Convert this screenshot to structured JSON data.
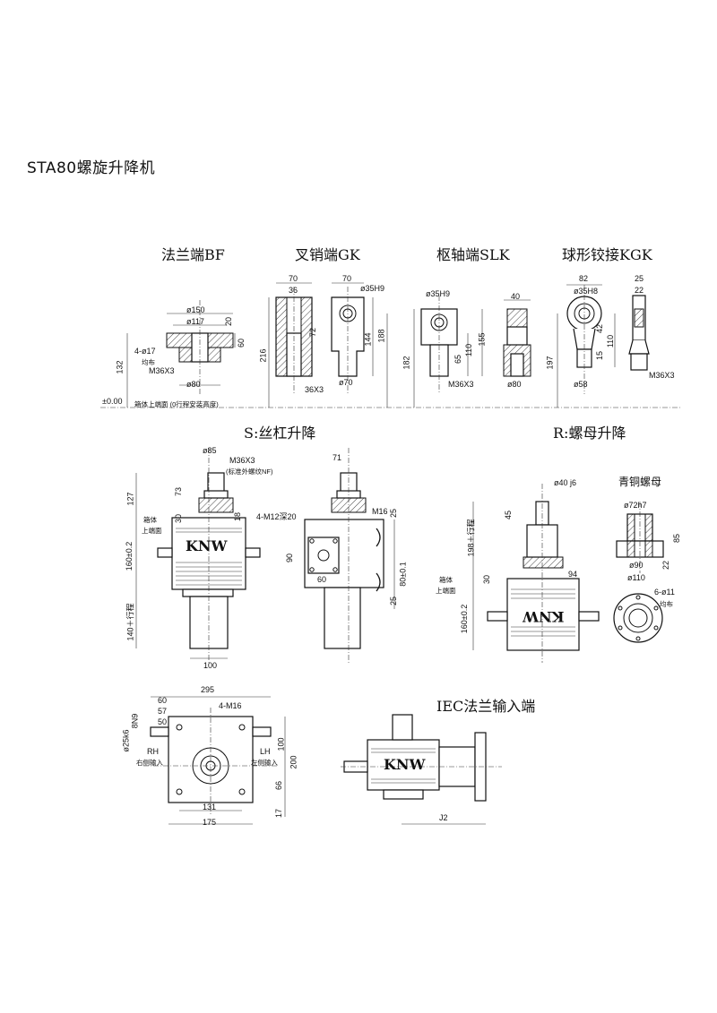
{
  "title": "STA80螺旋升降机",
  "sections": {
    "bf": "法兰端BF",
    "gk": "叉销端GK",
    "slk": "枢轴端SLK",
    "kgk": "球形铰接KGK",
    "s_type": "S:丝杠升降",
    "r_type": "R:螺母升降",
    "bronze_nut": "青铜螺母",
    "iec": "IEC法兰输入端"
  },
  "brand": "KNW",
  "labels": {
    "bf_d150": "ø150",
    "bf_d117": "ø117",
    "bf_20": "20",
    "bf_60": "60",
    "bf_holes": "4-ø17",
    "bf_even": "均布",
    "bf_m36": "M36X3",
    "bf_d80": "ø80",
    "bf_132": "132",
    "zero": "±0.00",
    "zero_note": "箱体上端面 (0行程安装高度)",
    "gk_70a": "70",
    "gk_36": "36",
    "gk_216": "216",
    "gk_72": "72",
    "gk_70b": "70",
    "gk_d35": "ø35H9",
    "gk_188": "188",
    "gk_144": "144",
    "gk_36x3": "36X3",
    "gk_d70": "ø70",
    "slk_d35": "ø35H9",
    "slk_182": "182",
    "slk_65": "65",
    "slk_110": "110",
    "slk_155": "155",
    "slk_m36": "M36X3",
    "slk_40": "40",
    "slk_d80": "ø80",
    "kgk_82": "82",
    "kgk_d35": "ø35H8",
    "kgk_197": "197",
    "kgk_42": "42",
    "kgk_15": "15",
    "kgk_110": "110",
    "kgk_d58": "ø58",
    "kgk_25": "25",
    "kgk_22": "22",
    "kgk_m36": "M36X3",
    "s_d85": "ø85",
    "s_m36": "M36X3",
    "s_m36_note": "(标准外螺纹NF)",
    "s_127": "127",
    "s_73": "73",
    "s_30": "30",
    "s_18": "18",
    "s_box1": "箱体",
    "s_box2": "上端面",
    "s_160": "160±0.2",
    "s_140": "140＋行程",
    "s_100": "100",
    "s_71": "71",
    "s_m12": "4-M12深20",
    "s_m16": "M16",
    "s_25a": "25",
    "s_90": "90",
    "s_60": "60",
    "s_80": "80±0.1",
    "s_25b": "25",
    "r_d40": "ø40 j6",
    "r_45": "45",
    "r_198": "198＋行程",
    "r_30": "30",
    "r_94": "94",
    "r_box1": "箱体",
    "r_box2": "上端面",
    "r_160": "160±0.2",
    "n_d72": "ø72h7",
    "n_85": "85",
    "n_d90": "ø90",
    "n_22": "22",
    "n_d110": "ø110",
    "n_holes": "6-ø11",
    "n_even": "均布",
    "b_295": "295",
    "b_60": "60",
    "b_57": "57",
    "b_50": "50",
    "b_m16": "4-M16",
    "b_8n9": "8N9",
    "b_d25": "ø25k6",
    "b_rh": "RH",
    "b_rh_cn": "右侧输入",
    "b_lh": "LH",
    "b_lh_cn": "左侧输入",
    "b_100": "100",
    "b_200": "200",
    "b_66": "66",
    "b_17": "17",
    "b_131": "131",
    "b_175": "175",
    "iec_j2": "J2"
  }
}
